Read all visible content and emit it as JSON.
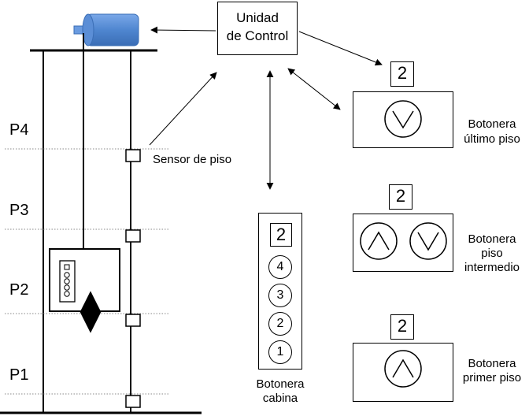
{
  "control_unit": {
    "label_line1": "Unidad",
    "label_line2": "de Control"
  },
  "floors": {
    "p4": "P4",
    "p3": "P3",
    "p2": "P2",
    "p1": "P1"
  },
  "sensor_label": "Sensor de piso",
  "panels": {
    "cabin": {
      "display": "2",
      "buttons": [
        "4",
        "3",
        "2",
        "1"
      ],
      "label_line1": "Botonera",
      "label_line2": "cabina"
    },
    "top_floor": {
      "display": "2",
      "label_line1": "Botonera",
      "label_line2": "último piso",
      "buttons": [
        "chevron-down-icon"
      ]
    },
    "middle_floor": {
      "display": "2",
      "label_line1": "Botonera",
      "label_line2": "piso",
      "label_line3": "intermedio",
      "buttons": [
        "chevron-up-icon",
        "chevron-down-icon"
      ]
    },
    "ground_floor": {
      "display": "2",
      "label_line1": "Botonera",
      "label_line2": "primer piso",
      "buttons": [
        "chevron-up-icon"
      ]
    }
  },
  "colors": {
    "motor": "#5b8ed6",
    "motor_dark": "#3d6fb8",
    "line": "#000000",
    "floor_dotted": "#888888"
  }
}
